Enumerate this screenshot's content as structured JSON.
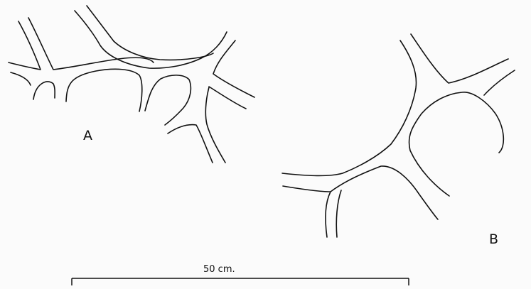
{
  "figure": {
    "labels": {
      "specimen_a": "A",
      "specimen_b": "B"
    },
    "scale_bar": {
      "text": "50 cm."
    },
    "colors": {
      "ink": "#111111",
      "background": "#fbfbfb"
    }
  }
}
